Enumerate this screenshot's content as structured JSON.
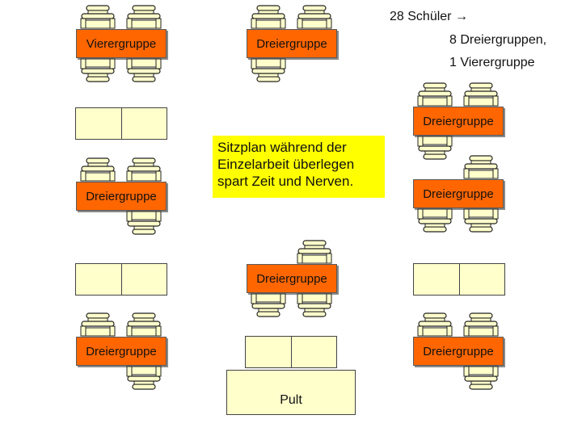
{
  "summary": {
    "line1": "28 Schüler",
    "arrow": "→",
    "line2": "8 Dreiergruppen,",
    "line3": "1 Vierergruppe"
  },
  "note": "Sitzplan während der Einzelarbeit überlegen spart Zeit und Nerven.",
  "pult_label": "Pult",
  "groups": [
    {
      "label": "Vierergruppe",
      "top": [
        true,
        true
      ],
      "bottom": [
        true,
        true
      ]
    },
    {
      "label": "Dreiergruppe",
      "top": [
        true,
        true
      ],
      "bottom": [
        true,
        false
      ]
    },
    {
      "label": "Dreiergruppe",
      "top": [
        true,
        true
      ],
      "bottom": [
        true,
        false
      ]
    },
    {
      "label": "Dreiergruppe",
      "top": [
        true,
        true
      ],
      "bottom": [
        false,
        true
      ]
    },
    {
      "label": "Dreiergruppe",
      "top": [
        false,
        true
      ],
      "bottom": [
        true,
        true
      ]
    },
    {
      "label": "Dreiergruppe",
      "top": [
        false,
        true
      ],
      "bottom": [
        true,
        true
      ]
    },
    {
      "label": "Dreiergruppe",
      "top": [
        true,
        true
      ],
      "bottom": [
        false,
        true
      ]
    },
    {
      "label": "Dreiergruppe",
      "top": [
        true,
        true
      ],
      "bottom": [
        false,
        true
      ]
    }
  ],
  "colors": {
    "group_table": "#ff6600",
    "empty_table": "#ffffcc",
    "note_background": "#ffff00",
    "chair": "#ffffcc"
  }
}
